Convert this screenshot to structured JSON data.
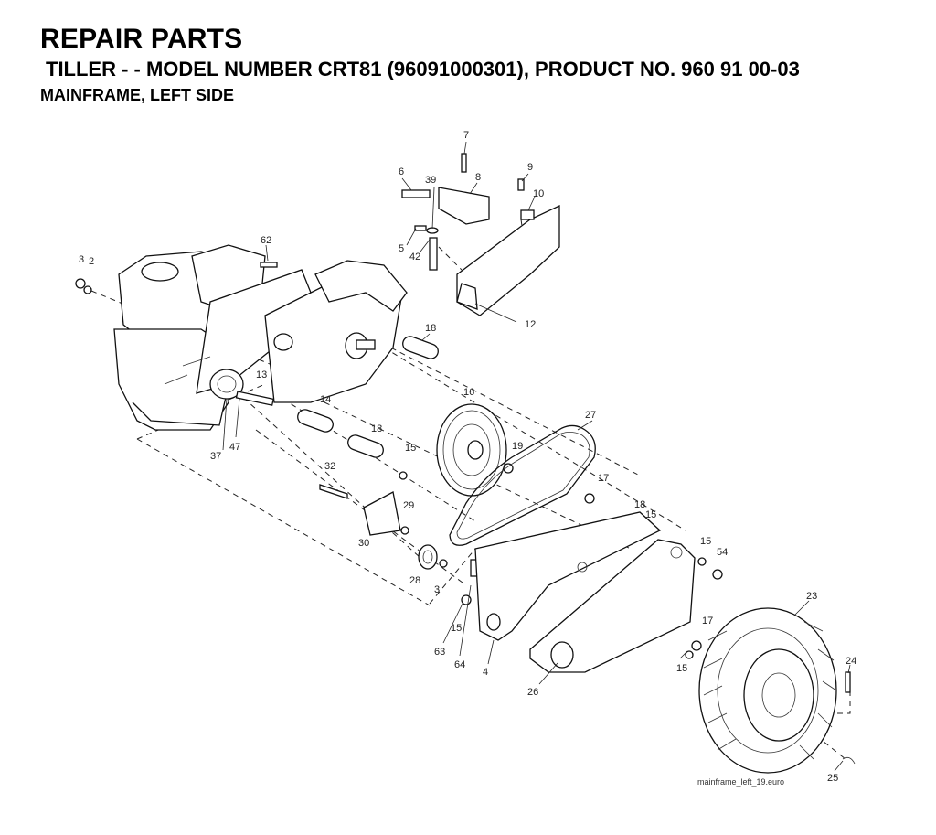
{
  "header": {
    "title": "REPAIR PARTS",
    "subtitle": "TILLER - - MODEL NUMBER CRT81 (96091000301), PRODUCT NO. 960 91 00-03",
    "section": "MAINFRAME, LEFT SIDE"
  },
  "caption": "mainframe_left_19.euro",
  "callouts": [
    "7",
    "6",
    "39",
    "8",
    "9",
    "10",
    "5",
    "42",
    "62",
    "3",
    "2",
    "12",
    "18",
    "13",
    "14",
    "16",
    "27",
    "18",
    "37",
    "47",
    "15",
    "19",
    "32",
    "17",
    "29",
    "18",
    "15",
    "30",
    "28",
    "3",
    "15",
    "54",
    "15",
    "63",
    "64",
    "4",
    "26",
    "23",
    "17",
    "15",
    "24",
    "25"
  ]
}
